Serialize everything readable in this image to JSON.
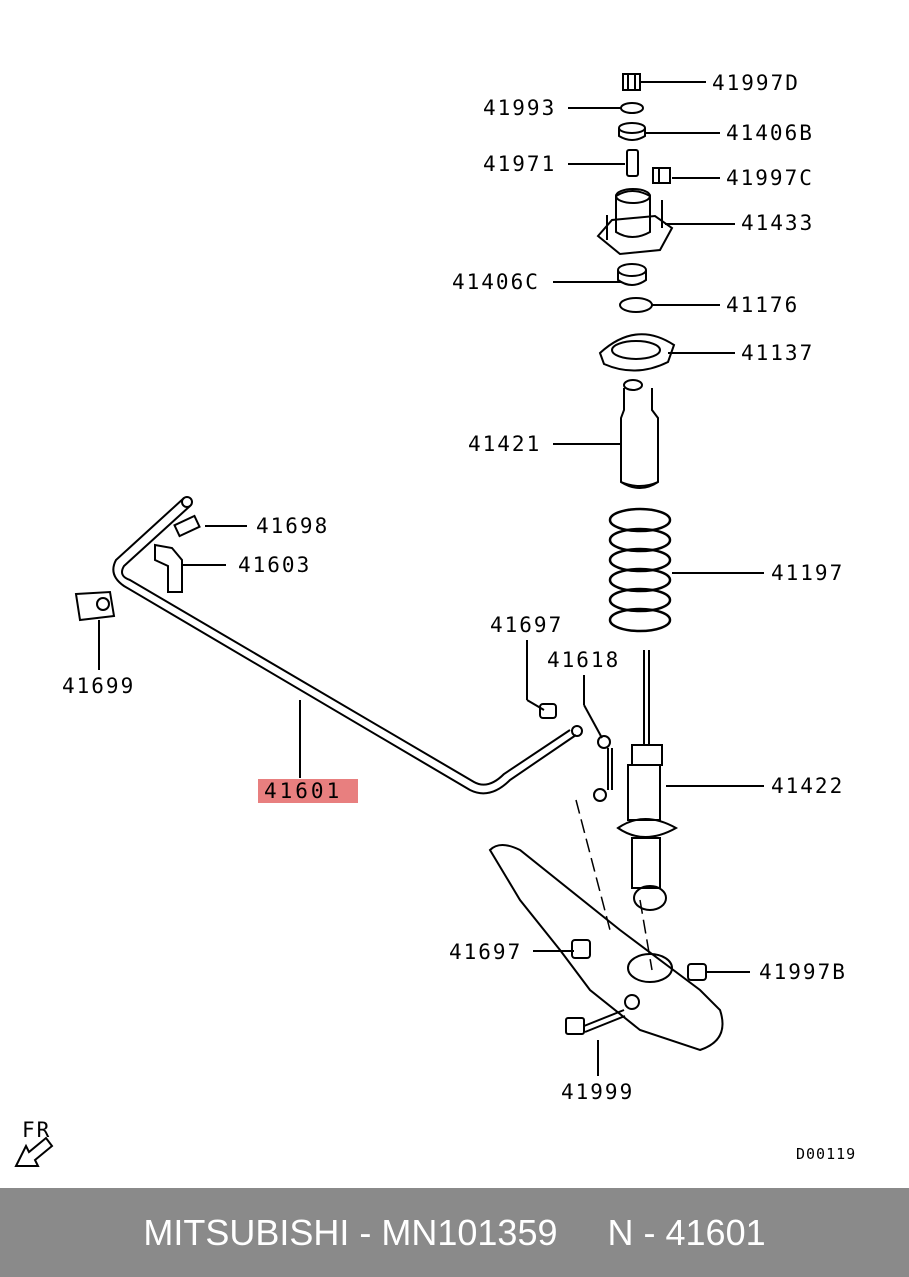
{
  "diagram": {
    "callouts": [
      {
        "id": "41997D",
        "text": "41997D"
      },
      {
        "id": "41993",
        "text": "41993"
      },
      {
        "id": "41406B",
        "text": "41406B"
      },
      {
        "id": "41971",
        "text": "41971"
      },
      {
        "id": "41997C",
        "text": "41997C"
      },
      {
        "id": "41433",
        "text": "41433"
      },
      {
        "id": "41406C",
        "text": "41406C"
      },
      {
        "id": "41176",
        "text": "41176"
      },
      {
        "id": "41137",
        "text": "41137"
      },
      {
        "id": "41421",
        "text": "41421"
      },
      {
        "id": "41197",
        "text": "41197"
      },
      {
        "id": "41698",
        "text": "41698"
      },
      {
        "id": "41603",
        "text": "41603"
      },
      {
        "id": "41699",
        "text": "41699"
      },
      {
        "id": "41697a",
        "text": "41697"
      },
      {
        "id": "41618",
        "text": "41618"
      },
      {
        "id": "41601",
        "text": "41601",
        "highlight": true,
        "highlight_color": "#e87f7f"
      },
      {
        "id": "41422",
        "text": "41422"
      },
      {
        "id": "41697b",
        "text": "41697"
      },
      {
        "id": "41997B",
        "text": "41997B"
      },
      {
        "id": "41999",
        "text": "41999"
      }
    ],
    "direction_label": "FR",
    "direction_icon": "arrow-down-left-icon",
    "drawing_code": "D00119"
  },
  "footer": {
    "text": "MITSUBISHI - MN101359     N - 41601",
    "background": "#8a8a8a",
    "color": "#ffffff"
  }
}
